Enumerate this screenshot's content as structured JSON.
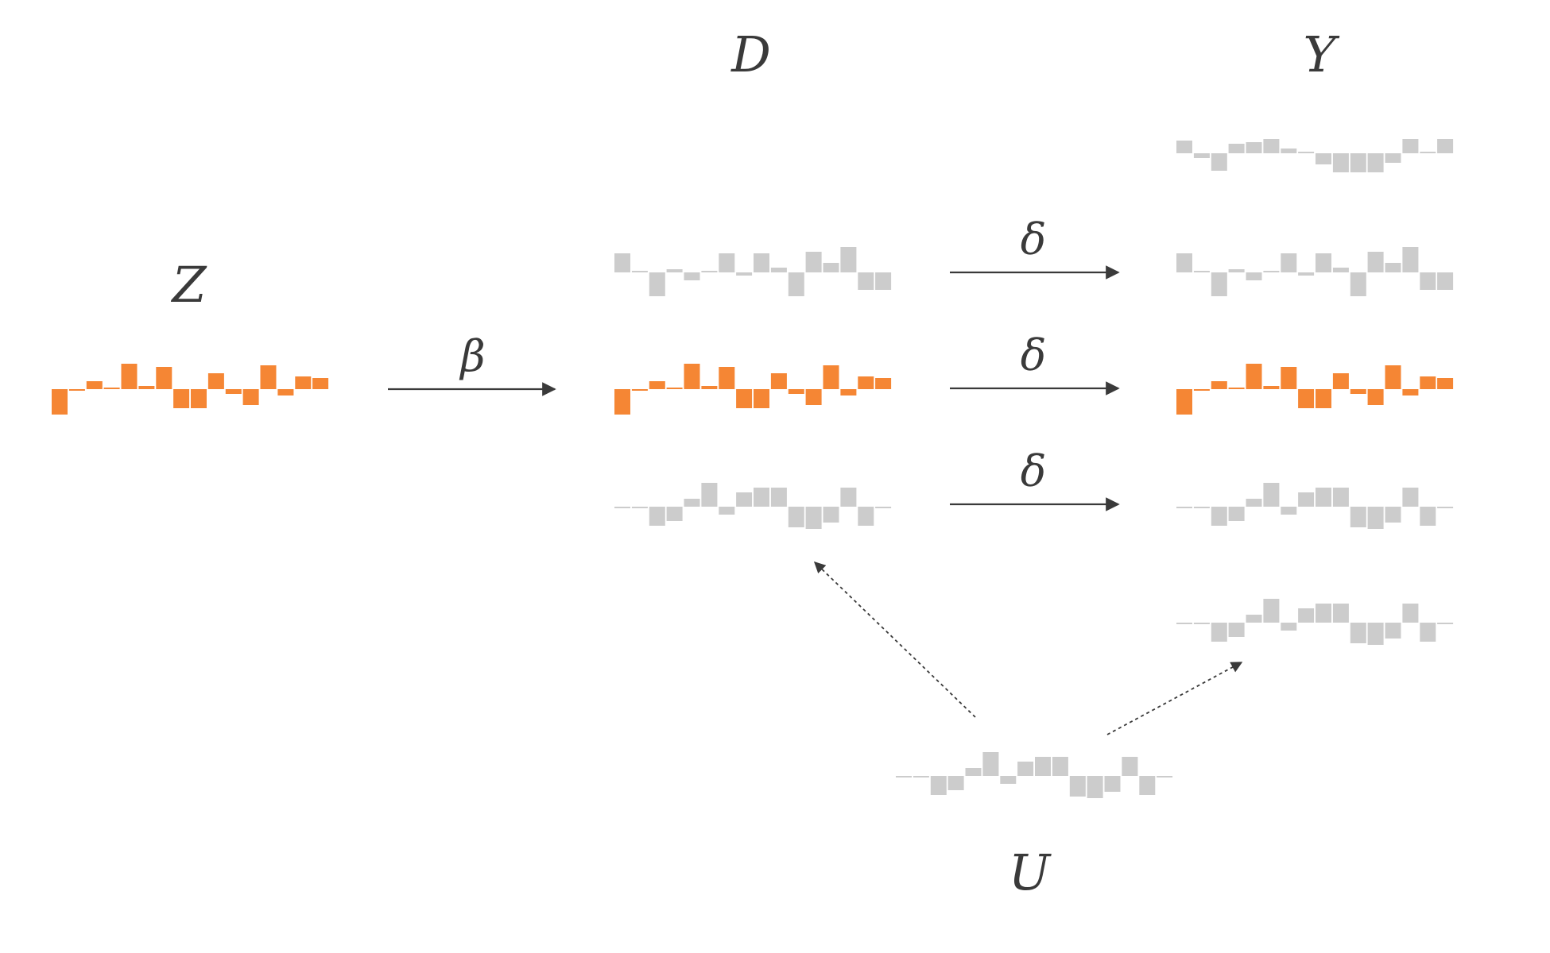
{
  "diagram": {
    "nodes": {
      "Z": "Z",
      "D": "D",
      "Y": "Y",
      "U": "U"
    },
    "edges": {
      "beta": "β",
      "delta": "δ"
    },
    "colors": {
      "highlight": "#F58634",
      "muted": "#CCCCCC",
      "text": "#3A3A3A",
      "arrow": "#3A3A3A"
    },
    "series": {
      "orange": [
        -1.6,
        -0.1,
        0.5,
        0,
        1.6,
        0.2,
        1.4,
        -1.2,
        -1.2,
        1.0,
        -0.3,
        -1.0,
        1.5,
        -0.4,
        0.8,
        0.7
      ],
      "grey_a": [
        -0.1,
        -0.1,
        -1.2,
        -0.9,
        0.5,
        1.5,
        -0.5,
        0.9,
        1.2,
        1.2,
        -1.3,
        -1.4,
        -1.0,
        1.2,
        -1.2,
        -0.1
      ],
      "grey_b": [
        1.2,
        0.1,
        -1.5,
        0.2,
        -0.5,
        0,
        1.2,
        -0.2,
        1.2,
        0.3,
        -1.5,
        1.3,
        0.6,
        1.6,
        -1.1,
        -1.1
      ],
      "grey_c": [
        0.8,
        -0.3,
        -1.1,
        0.6,
        0.7,
        0.9,
        0.3,
        0,
        -0.7,
        -1.2,
        -1.2,
        -1.2,
        -0.6,
        0.9,
        0,
        0.9
      ]
    }
  }
}
